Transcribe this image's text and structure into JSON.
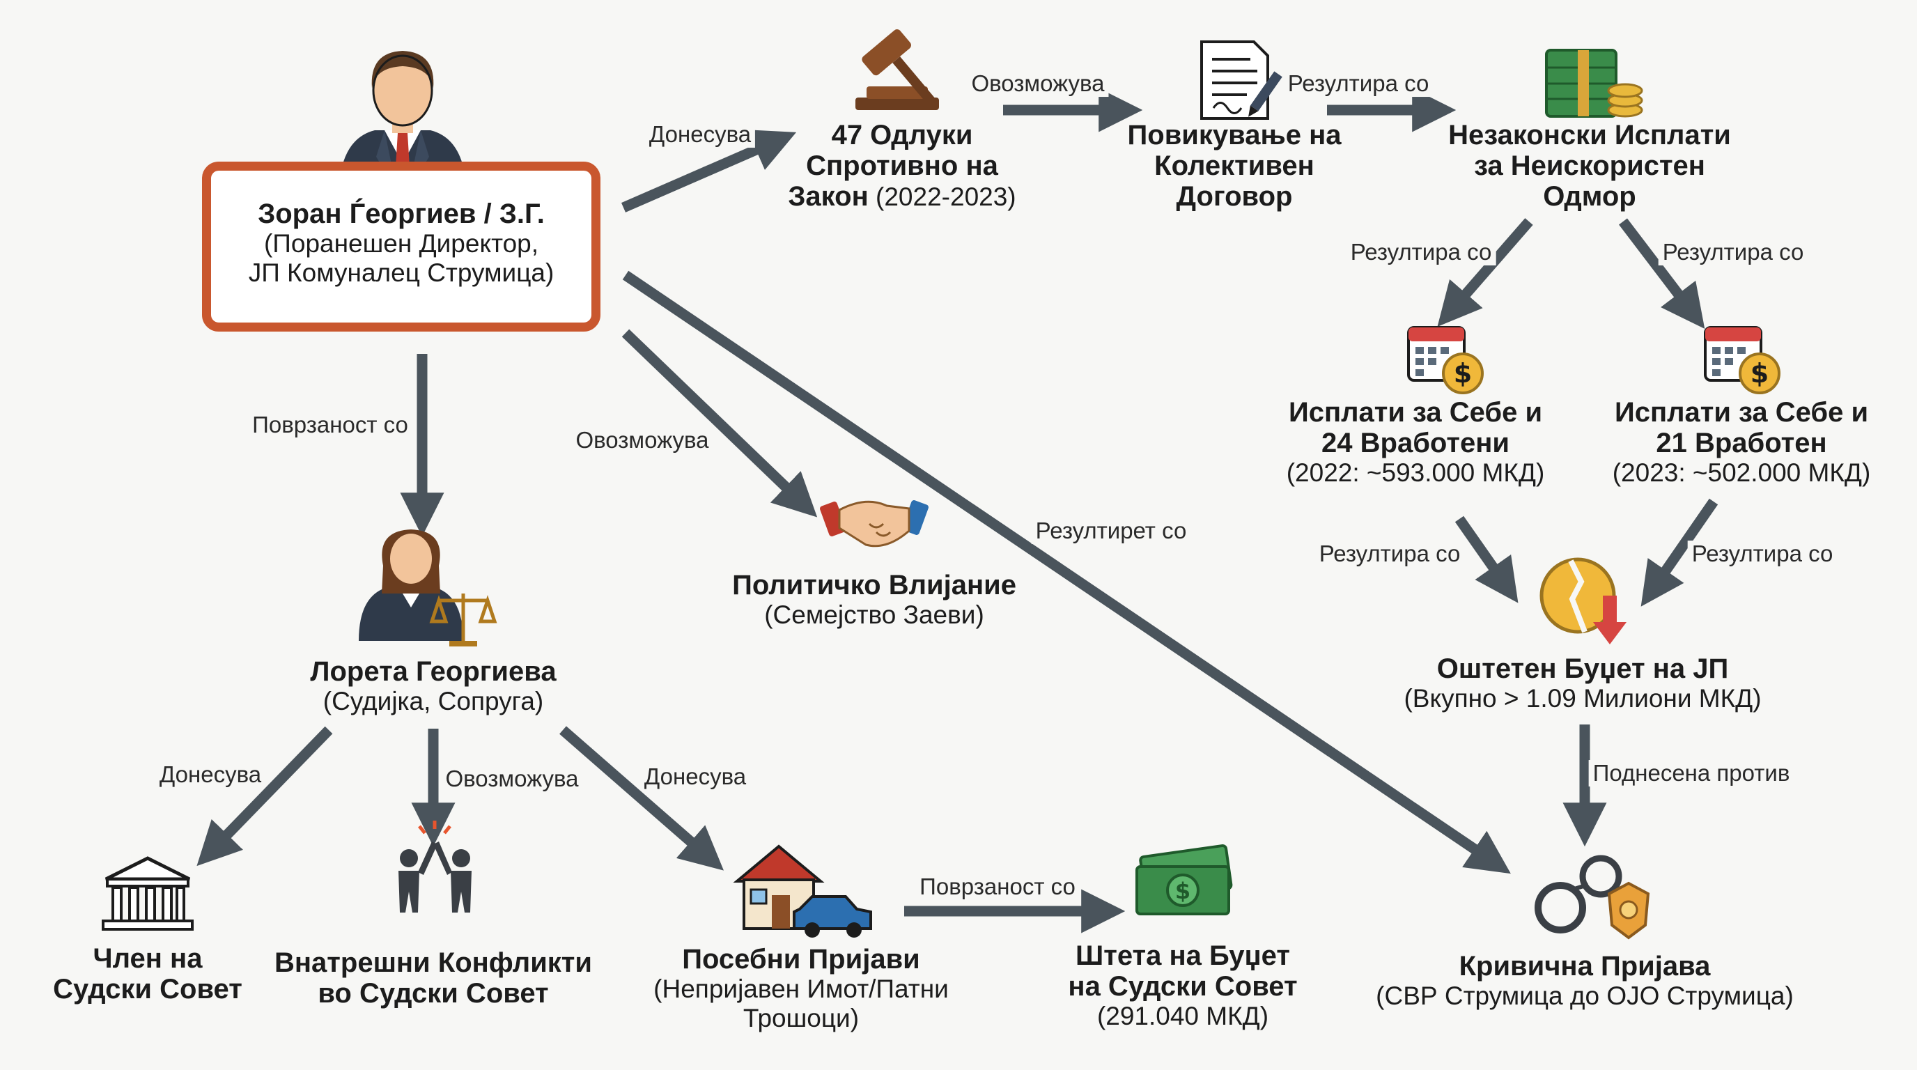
{
  "nodes": {
    "root": {
      "title": "Зоран Ѓеоргиев / З.Г.",
      "line2": "(Поранешен Директор,",
      "line3": "ЈП Комуналец Струмица)"
    },
    "decisions": {
      "line1": "47 Одлуки",
      "line2": "Спротивно на",
      "line3_bold": "Закон",
      "line3_rest": " (2022-2023)"
    },
    "agreement": {
      "line1": "Повикување на",
      "line2": "Колективен",
      "line3": "Договор"
    },
    "payments": {
      "line1": "Незаконски Исплати",
      "line2": "за Неискористен",
      "line3": "Одмор"
    },
    "pay2022": {
      "line1": "Исплати за Себе и",
      "line2": "24 Вработени",
      "line3": "(2022: ~593.000 МКД)"
    },
    "pay2023": {
      "line1": "Исплати за Себе и",
      "line2": "21 Вработен",
      "line3": "(2023: ~502.000 МКД)"
    },
    "budget": {
      "line1": "Оштетен Буџет на ЈП",
      "line2": "(Вкупно > 1.09 Милиони МКД)"
    },
    "criminal": {
      "line1": "Кривична Пријава",
      "line2": "(СВР Струмица до ОЈО Струмица)"
    },
    "political": {
      "line1": "Политичко Влијание",
      "line2": "(Семејство Заеви)"
    },
    "loreta": {
      "line1": "Лорета Георгиева",
      "line2": "(Судијка, Сопруга)"
    },
    "member": {
      "line1": "Член на",
      "line2": "Судски Совет"
    },
    "conflicts": {
      "line1": "Внатрешни Конфликти",
      "line2": "во Судски Совет"
    },
    "reports": {
      "line1": "Посебни Пријави",
      "line2": "(Непријавен Имот/Патни",
      "line3": "Трошоци)"
    },
    "damage": {
      "line1": "Штета на Буџет",
      "line2": "на Судски Совет",
      "line3": "(291.040 МКД)"
    }
  },
  "edges": {
    "root_decisions": "Донесува",
    "decisions_agreement": "Овозможува",
    "agreement_payments": "Резултира со",
    "payments_2022": "Резултира со",
    "payments_2023": "Резултира со",
    "p2022_budget": "Резултира со",
    "p2023_budget": "Резултира со",
    "budget_criminal": "Поднесена против",
    "root_criminal": "Резултирет со",
    "root_political": "Овозможува",
    "root_loreta": "Поврзаност со",
    "loreta_member": "Донесува",
    "loreta_conflicts": "Овозможува",
    "loreta_reports": "Донесува",
    "reports_damage": "Поврзаност со"
  },
  "colors": {
    "arrow": "#4a545c",
    "root_border": "#c9572e",
    "background": "#f7f7f5"
  },
  "icons": {
    "root": "businessman-icon",
    "decisions": "gavel-icon",
    "agreement": "contract-document-icon",
    "payments": "money-stack-icon",
    "pay2022": "calendar-coin-icon",
    "pay2023": "calendar-coin-icon",
    "budget": "broken-coin-down-icon",
    "criminal": "handcuffs-badge-icon",
    "political": "handshake-icon",
    "loreta": "judge-woman-scales-icon",
    "member": "courthouse-icon",
    "conflicts": "fighting-people-icon",
    "reports": "house-car-icon",
    "damage": "banknotes-icon"
  }
}
